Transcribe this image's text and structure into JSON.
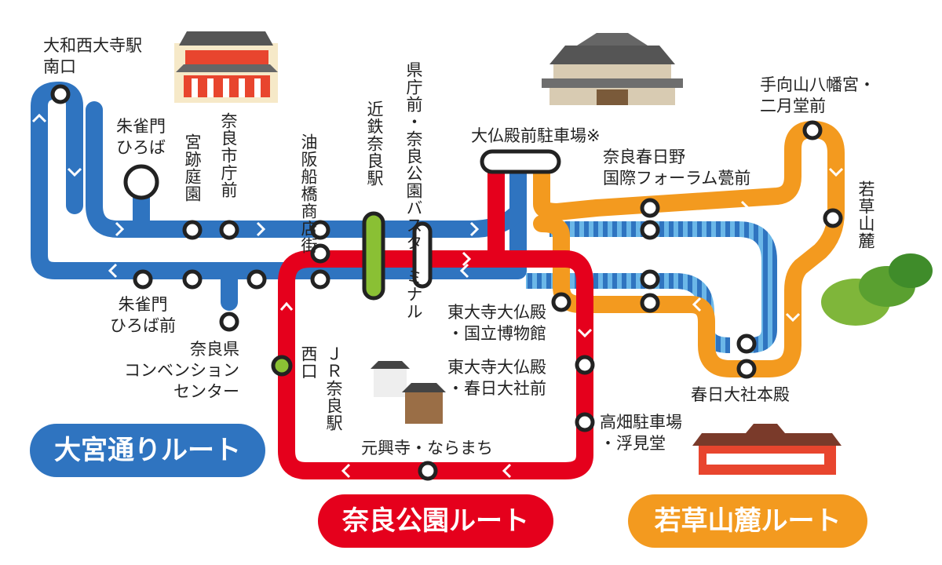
{
  "routes": {
    "omiya": {
      "name": "大宮通りルート",
      "color": "#2f74c0"
    },
    "nara_park": {
      "name": "奈良公園ルート",
      "color": "#e5001c"
    },
    "wakakusa": {
      "name": "若草山麓ルート",
      "color": "#f39a1f"
    }
  },
  "colors": {
    "dashed_line": "#6bb7e8",
    "station_green": "#8ac034"
  },
  "stations": {
    "yamato_saidaiji": "大和西大寺駅\n南口",
    "suzakumon_hiroba": "朱雀門\nひろば",
    "kyuseki_teien": "宮跡庭園",
    "nara_shiyakusho": "奈良市庁前",
    "abura_sakafune": "油阪船橋商店街",
    "kintetsu_nara": "近鉄奈良駅",
    "kencho_bus": "県庁前・奈良公園バスターミナル",
    "daibutsuden_parking": "大仏殿前駐車場※",
    "kasugano": "奈良春日野\n国際フォーラム甍前",
    "tamukeyama": "手向山八幡宮・\n二月堂前",
    "wakakusa_sanroku": "若草山麓",
    "todaiji_museum": "東大寺大仏殿\n・国立博物館",
    "todaiji_kasuga": "東大寺大仏殿\n・春日大社前",
    "takabatake": "高畑駐車場\n・浮見堂",
    "gangoji": "元興寺・ならまち",
    "jr_nara": "ＪＲ奈良駅",
    "nishiguchi": "西口",
    "suzakumon_mae": "朱雀門\nひろば前",
    "convention": "奈良県\nコンベンション\nセンター",
    "kasuga_taisha": "春日大社本殿"
  }
}
